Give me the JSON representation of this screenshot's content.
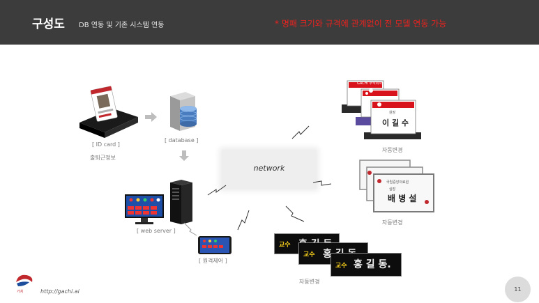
{
  "header": {
    "title": "구성도",
    "subtitle": "DB 연동 및 기존 시스템 연동",
    "note": "* 명패 크기와 규격에 관계없이 전 모델 연동 가능"
  },
  "network": {
    "label": "network"
  },
  "labels": {
    "id_card": "[ ID card ]",
    "attendance": "출퇴근정보",
    "database": "[ database ]",
    "web_server": "[ web server ]",
    "remote": "[ 원격제어 ]",
    "auto1": "자동변경",
    "auto2": "자동변경",
    "auto3": "자동변경"
  },
  "badges": {
    "red_header": "GACHI 주식회사",
    "name1": "이 길 수",
    "title1": "원장",
    "name2": "배 병 설",
    "title2": "실장",
    "org2": "국립중앙의료원"
  },
  "desk_plates": [
    {
      "title": "교수",
      "name": "홍 길 동"
    },
    {
      "title": "교수",
      "name": "홍 길 동"
    },
    {
      "title": "교수",
      "name": "홍 길 동."
    }
  ],
  "footer": {
    "logo_text": "가치",
    "url": "http://gachi.ai",
    "page": "11"
  }
}
